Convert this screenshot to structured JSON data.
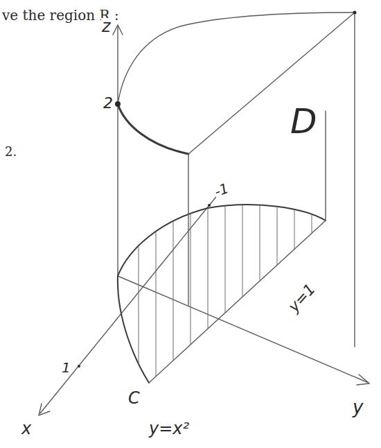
{
  "diagram": {
    "labels": [
      "ve the region R :",
      "z",
      "2",
      "2.",
      "D",
      "-1",
      "y=1",
      "y",
      "1",
      "x",
      "C",
      "y=x²"
    ]
  }
}
